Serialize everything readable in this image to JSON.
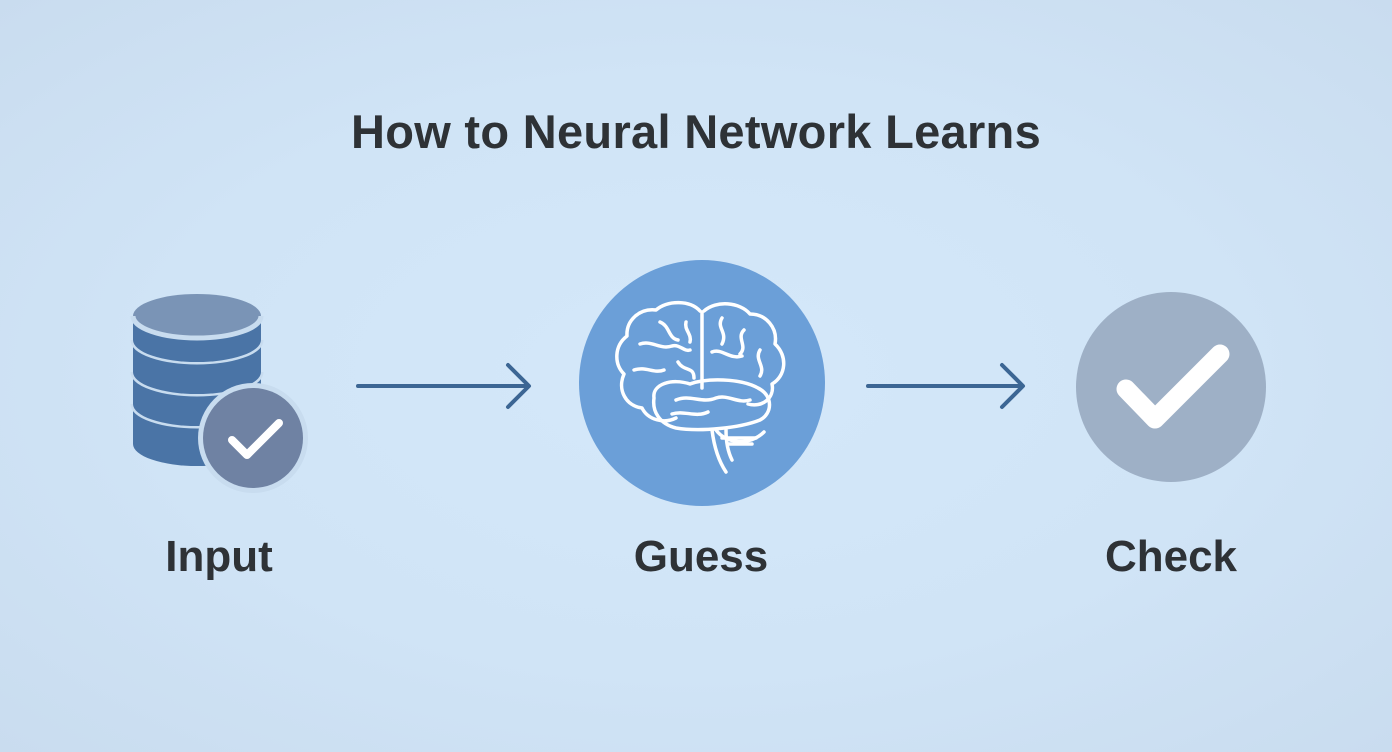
{
  "title": "How to Neural Network Learns",
  "steps": [
    {
      "label": "Input",
      "icon": "database-check-icon"
    },
    {
      "label": "Guess",
      "icon": "brain-icon"
    },
    {
      "label": "Check",
      "icon": "checkmark-icon"
    }
  ],
  "colors": {
    "background": "#d0e4f6",
    "text": "#2e3236",
    "database_blue": "#4a74a6",
    "database_top": "#7a94b6",
    "badge_gray": "#6f82a3",
    "brain_circle": "#6b9fd8",
    "check_circle": "#9eb0c6",
    "arrow": "#3c6694"
  }
}
